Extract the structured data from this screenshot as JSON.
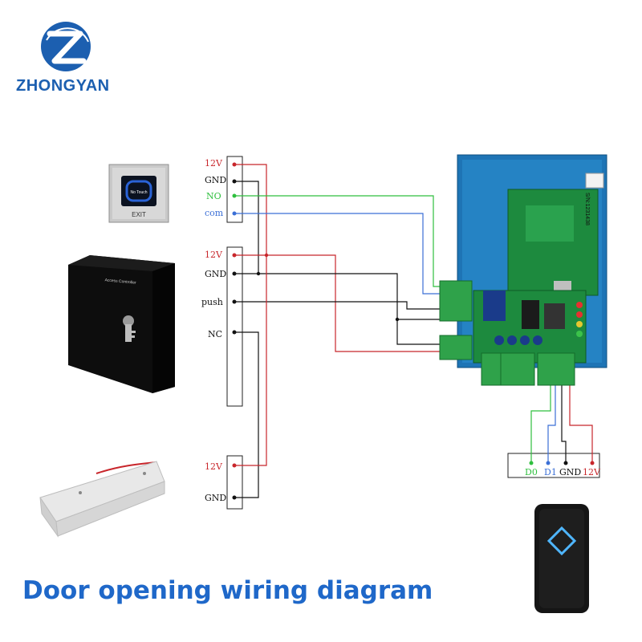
{
  "brand": {
    "name": "ZHONGYAN",
    "color": "#1c5fb0"
  },
  "caption": "Door opening wiring diagram",
  "exit_button": {
    "top_text": "No Touch",
    "bottom_text": "EXIT"
  },
  "power_box": {
    "label": "Access Controller"
  },
  "terminals": {
    "exit": [
      "12V",
      "GND",
      "NO",
      "com"
    ],
    "power": [
      "12V",
      "GND",
      "push",
      "NC"
    ],
    "lock": [
      "12V",
      "GND"
    ],
    "reader": [
      "D0",
      "D1",
      "GND",
      "12V"
    ]
  },
  "board": {
    "serial": "S/N:1231438"
  },
  "colors": {
    "red": "#c8262b",
    "green": "#2fbf3e",
    "blue": "#3b6fd6",
    "black": "#111111",
    "caption": "#1f68c9"
  }
}
